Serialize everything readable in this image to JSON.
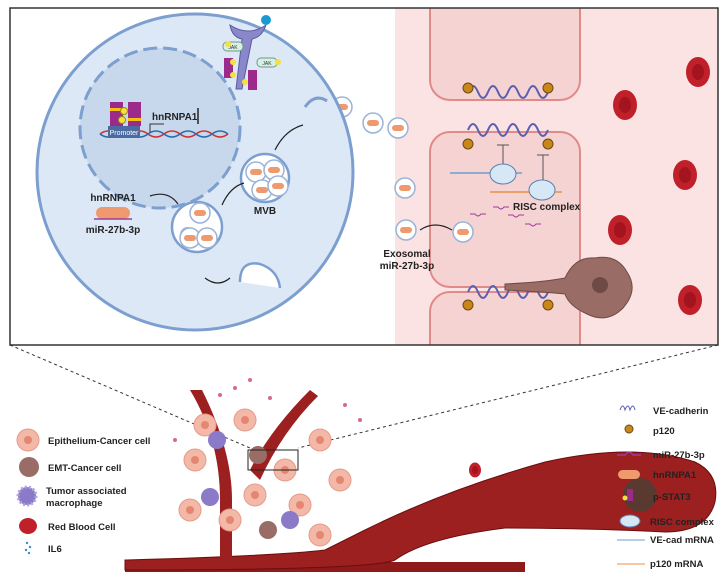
{
  "top_panel": {
    "nucleus": {
      "gene_label": "hnRNPA1",
      "promoter_label": "Promoter"
    },
    "receptor": {
      "jak_left": "JAK",
      "jak_right": "JAK"
    },
    "complex": {
      "protein_label": "hnRNPA1",
      "mirna_label": "miR-27b-3p"
    },
    "mvb_label": "MVB",
    "risc_label": "RISC complex",
    "exosome_label_line1": "Exosomal",
    "exosome_label_line2": "miR-27b-3p"
  },
  "legend_left": [
    {
      "label": "Epithelium-Cancer cell",
      "icon": "epithelial-cancer-cell-icon"
    },
    {
      "label": "EMT-Cancer cell",
      "icon": "emt-cancer-cell-icon"
    },
    {
      "label_line1": "Tumor associated",
      "label_line2": "macrophage",
      "icon": "macrophage-icon"
    },
    {
      "label": "Red Blood Cell",
      "icon": "red-blood-cell-icon"
    },
    {
      "label": "IL6",
      "icon": "il6-dots-icon"
    }
  ],
  "legend_right": [
    {
      "label": "VE-cadherin",
      "icon": "ve-cadherin-icon"
    },
    {
      "label": "p120",
      "icon": "p120-icon"
    },
    {
      "label": "miR-27b-3p",
      "icon": "mirna-icon"
    },
    {
      "label": "hnRNPA1",
      "icon": "hnrnpa1-icon"
    },
    {
      "label": "p-STAT3",
      "icon": "pstat3-icon"
    },
    {
      "label": "RISC complex",
      "icon": "risc-complex-icon"
    },
    {
      "label": "VE-cad mRNA",
      "icon": "ve-cad-mrna-icon"
    },
    {
      "label": "p120 mRNA",
      "icon": "p120-mrna-icon"
    }
  ],
  "colors": {
    "cell_fill": "#dce8f6",
    "cell_stroke": "#7c9fcf",
    "endothelial_fill": "#f6d3d3",
    "endothelial_stroke": "#e08a8a",
    "rbc": "#c0202a",
    "vessel": "#8e1a1a",
    "stat3": "#9b2a8c",
    "ve_cadherin": "#5a5fb0",
    "p120": "#c8871a"
  }
}
